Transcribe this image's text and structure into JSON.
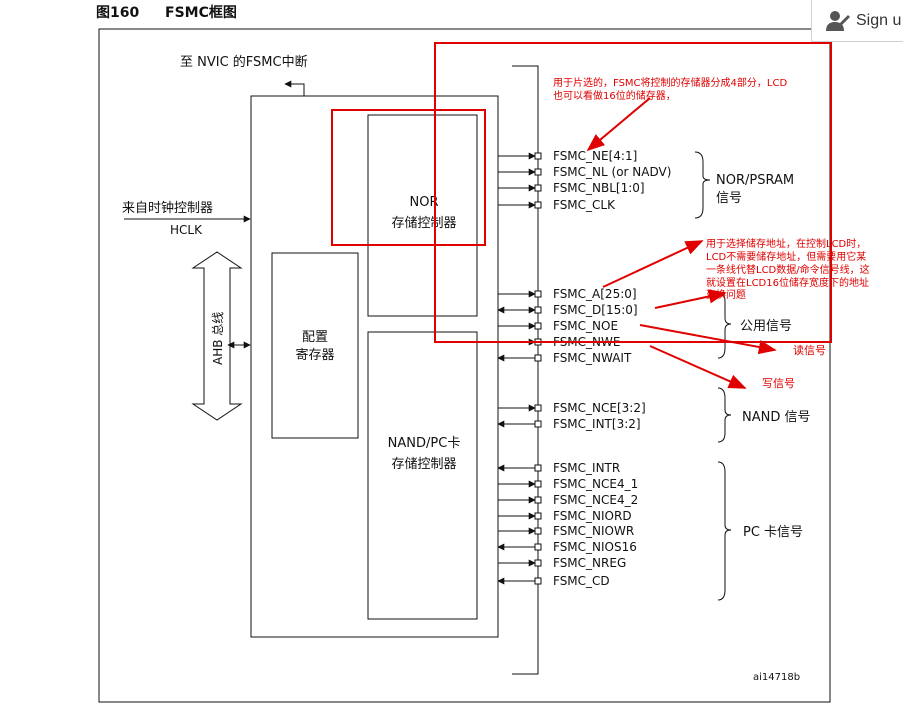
{
  "figure": {
    "number": "图160",
    "title": "FSMC框图",
    "id": "ai14718b"
  },
  "signin": {
    "label": "Sign u"
  },
  "blocks": {
    "nvic": "至 NVIC 的FSMC中断",
    "clock_line1": "来自时钟控制器",
    "clock_line2": "HCLK",
    "ahb": "AHB 总线",
    "config_line1": "配置",
    "config_line2": "寄存器",
    "nor_line1": "NOR",
    "nor_line2": "存储控制器",
    "nand_line1": "NAND/PC卡",
    "nand_line2": "存储控制器"
  },
  "signals": {
    "nor": [
      "FSMC_NE[4:1]",
      "FSMC_NL (or NADV)",
      "FSMC_NBL[1:0]",
      "FSMC_CLK"
    ],
    "common": [
      "FSMC_A[25:0]",
      "FSMC_D[15:0]",
      "FSMC_NOE",
      "FSMC_NWE",
      "FSMC_NWAIT"
    ],
    "nand": [
      "FSMC_NCE[3:2]",
      "FSMC_INT[3:2]"
    ],
    "pc": [
      "FSMC_INTR",
      "FSMC_NCE4_1",
      "FSMC_NCE4_2",
      "FSMC_NIORD",
      "FSMC_NIOWR",
      "FSMC_NIOS16",
      "FSMC_NREG",
      "FSMC_CD"
    ]
  },
  "groups": {
    "nor_line1": "NOR/PSRAM",
    "nor_line2": "信号",
    "common": "公用信号",
    "nand": "NAND 信号",
    "pc": "PC 卡信号"
  },
  "annotations": {
    "chip_select_line1": "用于片选的，FSMC将控制的存储器分成4部分，LCD",
    "chip_select_line2": "也可以看做16位的储存器，",
    "address_line1": "用于选择储存地址，在控制LCD时，",
    "address_line2": "LCD不需要储存地址，但需要用它某",
    "address_line3": "一条线代替LCD数据/命令信号线，这",
    "address_line4": "就设置在LCD16位储存宽度下的地址",
    "address_line5": "变换问题",
    "read": "读信号",
    "write": "写信号"
  },
  "colors": {
    "annotation": "#e00000",
    "line": "#111111"
  }
}
